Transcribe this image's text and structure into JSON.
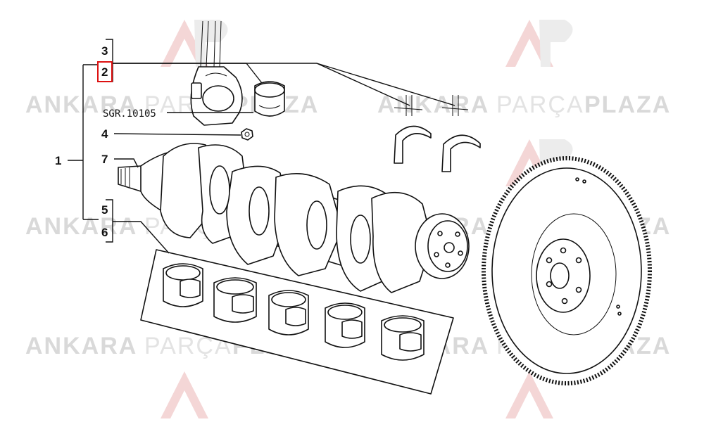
{
  "watermark": {
    "brand_left": "ANKARA",
    "brand_mid": "PARÇA",
    "brand_right": "PLAZA",
    "logo_letters": "AP",
    "color_dark": "#d8d8d8",
    "color_red": "#f2c9c9"
  },
  "callouts": {
    "c1": "1",
    "c2": "2",
    "c3": "3",
    "c4": "4",
    "c5": "5",
    "c6": "6",
    "c7": "7",
    "ref_code": "SGR.10105"
  },
  "highlight_color": "#d11111"
}
